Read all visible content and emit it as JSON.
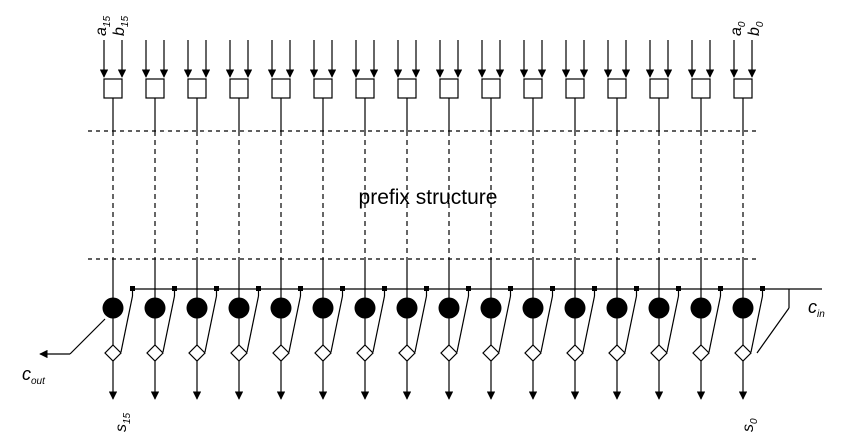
{
  "diagram": {
    "bit_count": 16,
    "title": "prefix structure",
    "labels": {
      "a_msb": {
        "base": "a",
        "sub": "15"
      },
      "b_msb": {
        "base": "b",
        "sub": "15"
      },
      "a_lsb": {
        "base": "a",
        "sub": "0"
      },
      "b_lsb": {
        "base": "b",
        "sub": "0"
      },
      "cin": {
        "base": "c",
        "sub": "in"
      },
      "cout": {
        "base": "c",
        "sub": "out"
      },
      "s_msb": {
        "base": "s",
        "sub": "15"
      },
      "s_lsb": {
        "base": "s",
        "sub": "0"
      }
    },
    "colors": {
      "ink": "#000000",
      "background": "#ffffff"
    }
  }
}
